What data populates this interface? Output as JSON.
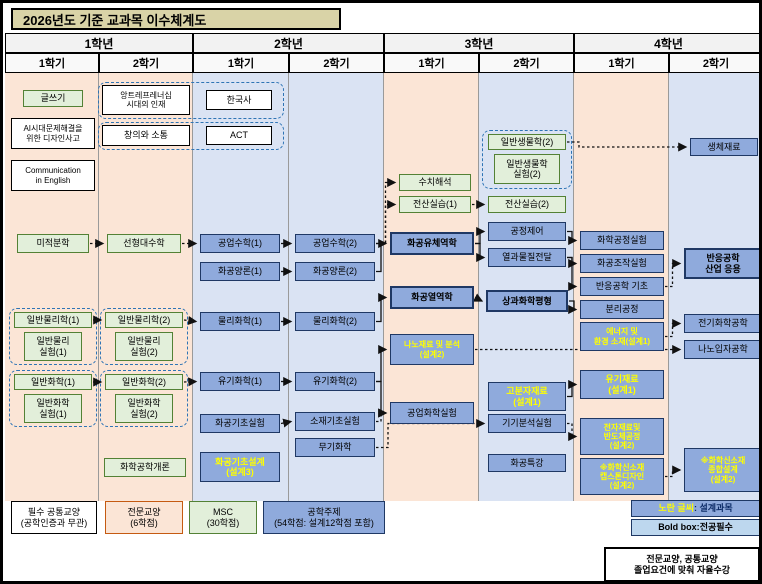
{
  "title": "2026년도 기준 교과목 이수체계도",
  "years": [
    {
      "label": "1학년",
      "semesters": [
        "1학기",
        "2학기"
      ]
    },
    {
      "label": "2학년",
      "semesters": [
        "1학기",
        "2학기"
      ]
    },
    {
      "label": "3학년",
      "semesters": [
        "1학기",
        "2학기"
      ]
    },
    {
      "label": "4학년",
      "semesters": [
        "1학기",
        "2학기"
      ]
    }
  ],
  "colors": {
    "column_peach": "#fbe5d6",
    "column_blue": "#dae3f3",
    "msc_green": "#e2efda",
    "major_blue": "#8faadc",
    "design_text_yellow": "#ffff00",
    "title_bg": "#d9d3a7"
  },
  "courses": {
    "writing": {
      "label": "글쓰기"
    },
    "ai_design": {
      "label": "AI시대문제해결을\n위한 디자인사고"
    },
    "comm_english": {
      "label": "Communication\nin English"
    },
    "calculus": {
      "label": "미적분학"
    },
    "physics1": {
      "label": "일반물리학(1)"
    },
    "physics_lab1": {
      "label": "일반물리\n실험(1)"
    },
    "chem1": {
      "label": "일반화학(1)"
    },
    "chem_lab1": {
      "label": "일반화학\n실험(1)"
    },
    "entrepreneurship": {
      "label": "앙트레프레너십\n시대의 인재"
    },
    "creativity": {
      "label": "창의와 소통"
    },
    "korean_history": {
      "label": "한국사"
    },
    "act": {
      "label": "ACT"
    },
    "linear_algebra": {
      "label": "선형대수학"
    },
    "physics2": {
      "label": "일반물리학(2)"
    },
    "physics_lab2": {
      "label": "일반물리\n실험(2)"
    },
    "chem2": {
      "label": "일반화학(2)"
    },
    "chem_lab2": {
      "label": "일반화학\n실험(2)"
    },
    "intro_che": {
      "label": "화학공학개론"
    },
    "eng_math1": {
      "label": "공업수학(1)"
    },
    "stoich1": {
      "label": "화공양론(1)"
    },
    "pchem1": {
      "label": "물리화학(1)"
    },
    "ochem1": {
      "label": "유기화학(1)"
    },
    "basic_lab": {
      "label": "화공기초실험"
    },
    "basic_design": {
      "label": "화공기초설계\n(설계3)"
    },
    "eng_math2": {
      "label": "공업수학(2)"
    },
    "stoich2": {
      "label": "화공양론(2)"
    },
    "pchem2": {
      "label": "물리화학(2)"
    },
    "ochem2": {
      "label": "유기화학(2)"
    },
    "materials_lab": {
      "label": "소재기초실험"
    },
    "inorganic": {
      "label": "무기화학"
    },
    "numerical": {
      "label": "수치해석"
    },
    "computing1": {
      "label": "전산실습(1)"
    },
    "fluid": {
      "label": "화공유체역학"
    },
    "thermo": {
      "label": "화공열역학"
    },
    "nano_analysis": {
      "label": "나노재료 및 분석\n(설계2)"
    },
    "ind_chem_lab": {
      "label": "공업화학실험"
    },
    "bio2": {
      "label": "일반생물학(2)"
    },
    "bio_lab2": {
      "label": "일반생물학\n실험(2)"
    },
    "computing2": {
      "label": "전산실습(2)"
    },
    "process_control": {
      "label": "공정제어"
    },
    "heat_mass": {
      "label": "열과물질전달"
    },
    "phase_equil": {
      "label": "상과화학평형"
    },
    "polymer": {
      "label": "고분자재료\n(설계1)"
    },
    "instrument_lab": {
      "label": "기기분석실험"
    },
    "special_topics": {
      "label": "화공특강"
    },
    "process_lab": {
      "label": "화학공정실험"
    },
    "unit_op_lab": {
      "label": "화공조작실험"
    },
    "reaction_basics": {
      "label": "반응공학 기초"
    },
    "separation": {
      "label": "분리공정"
    },
    "energy_env": {
      "label": "에너지 및\n환경 소재(설계1)"
    },
    "organic_materials": {
      "label": "유기재료\n(설계1)"
    },
    "electronic_materials": {
      "label": "전자재료및\n반도체공정\n(설계2)"
    },
    "capstone": {
      "label": "※화학신소재\n캡스톤디자인\n(설계2)"
    },
    "biomaterials": {
      "label": "생체재료"
    },
    "reaction_app": {
      "label": "반응공학\n산업 응용"
    },
    "electrochem": {
      "label": "전기화학공학"
    },
    "nanoparticle": {
      "label": "나노입자공학"
    },
    "final_design": {
      "label": "※화학신소재\n종합설계\n(설계2)"
    }
  },
  "legend": {
    "common": "필수 공통교양\n(공학인증과 무관)",
    "liberal": "전문교양\n(6학점)",
    "msc": "MSC\n(30학점)",
    "major": "공학주제\n(54학점: 설계12학점 포함)",
    "design_label": "노란 글씨",
    "design_rest": ": 설계과목",
    "bold_label": "Bold box:",
    "bold_rest": " 전공필수",
    "note": "전문교양, 공통교양\n졸업요건에 맞춰 자율수강"
  },
  "edges": [
    {
      "from": "calculus",
      "to": "linear_algebra",
      "style": "dotted"
    },
    {
      "from": "linear_algebra",
      "to": "eng_math1",
      "style": "dotted"
    },
    {
      "from": "eng_math1",
      "to": "eng_math2",
      "style": "solid"
    },
    {
      "from": "eng_math2",
      "to": "numerical",
      "style": "dotted"
    },
    {
      "from": "eng_math2",
      "to": "computing1",
      "style": "dotted"
    },
    {
      "from": "computing1",
      "to": "computing2",
      "style": "dotted"
    },
    {
      "from": "stoich1",
      "to": "stoich2",
      "style": "solid"
    },
    {
      "from": "stoich2",
      "to": "fluid",
      "style": "solid"
    },
    {
      "from": "physics1",
      "to": "physics2",
      "style": "dotted"
    },
    {
      "from": "physics2",
      "to": "pchem1",
      "style": "dotted"
    },
    {
      "from": "pchem1",
      "to": "pchem2",
      "style": "solid"
    },
    {
      "from": "pchem2",
      "to": "thermo",
      "style": "solid"
    },
    {
      "from": "chem1",
      "to": "chem2",
      "style": "dotted"
    },
    {
      "from": "chem2",
      "to": "ochem1",
      "style": "dotted"
    },
    {
      "from": "ochem1",
      "to": "ochem2",
      "style": "solid"
    },
    {
      "from": "ochem2",
      "to": "nano_analysis",
      "style": "solid"
    },
    {
      "from": "ochem2",
      "to": "ind_chem_lab",
      "style": "solid"
    },
    {
      "from": "basic_lab",
      "to": "materials_lab",
      "style": "solid"
    },
    {
      "from": "materials_lab",
      "to": "ind_chem_lab",
      "style": "dotted"
    },
    {
      "from": "inorganic",
      "to": "instrument_lab",
      "style": "dotted"
    },
    {
      "from": "fluid",
      "to": "process_control",
      "style": "solid"
    },
    {
      "from": "fluid",
      "to": "heat_mass",
      "style": "solid"
    },
    {
      "from": "thermo",
      "to": "phase_equil",
      "style": "solid"
    },
    {
      "from": "process_control",
      "to": "process_lab",
      "style": "solid"
    },
    {
      "from": "heat_mass",
      "to": "unit_op_lab",
      "style": "solid"
    },
    {
      "from": "heat_mass",
      "to": "reaction_basics",
      "style": "solid"
    },
    {
      "from": "phase_equil",
      "to": "separation",
      "style": "solid"
    },
    {
      "from": "reaction_basics",
      "to": "reaction_app",
      "style": "dotted"
    },
    {
      "from": "energy_env",
      "to": "electrochem",
      "style": "dotted"
    },
    {
      "from": "nano_analysis",
      "to": "nanoparticle",
      "style": "dotted"
    },
    {
      "from": "polymer",
      "to": "organic_materials",
      "style": "solid"
    },
    {
      "from": "instrument_lab",
      "to": "electronic_materials",
      "style": "dotted"
    },
    {
      "from": "bio2",
      "to": "biomaterials",
      "style": "dotted"
    },
    {
      "from": "capstone",
      "to": "final_design",
      "style": "dotted"
    }
  ]
}
